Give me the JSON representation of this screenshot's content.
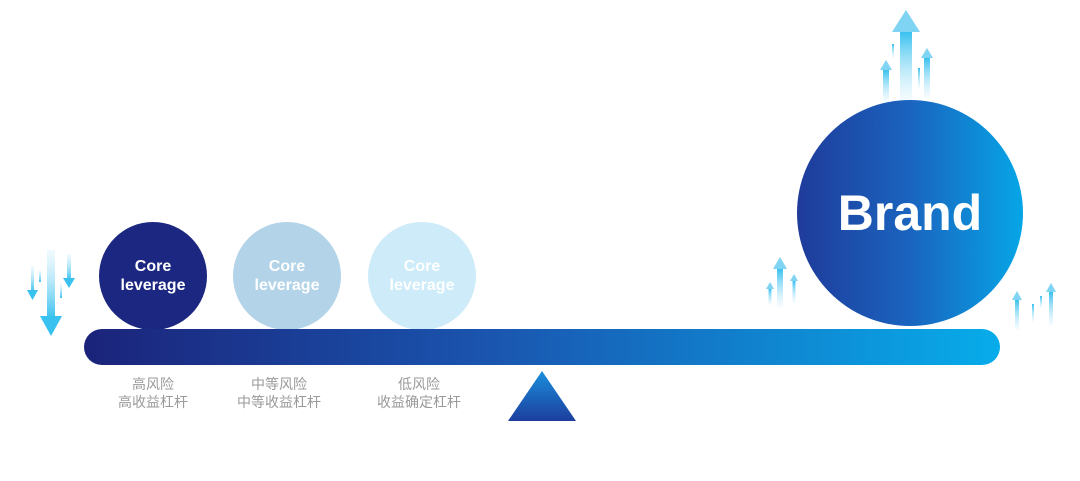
{
  "balls": [
    {
      "line1": "Core",
      "line2": "leverage"
    },
    {
      "line1": "Core",
      "line2": "leverage"
    },
    {
      "line1": "Core",
      "line2": "leverage"
    }
  ],
  "brand": {
    "label": "Brand"
  },
  "labels": [
    {
      "line1": "高风险",
      "line2": "高收益杠杆"
    },
    {
      "line1": "中等风险",
      "line2": "中等收益杠杆"
    },
    {
      "line1": "低风险",
      "line2": "收益确定杠杆"
    }
  ],
  "colors": {
    "dark_navy": "#1b2780",
    "mid_blue": "#b3d3e9",
    "light_blue": "#cdebf8",
    "cyan": "#06a6e6",
    "label_gray": "#9a9a9a"
  }
}
